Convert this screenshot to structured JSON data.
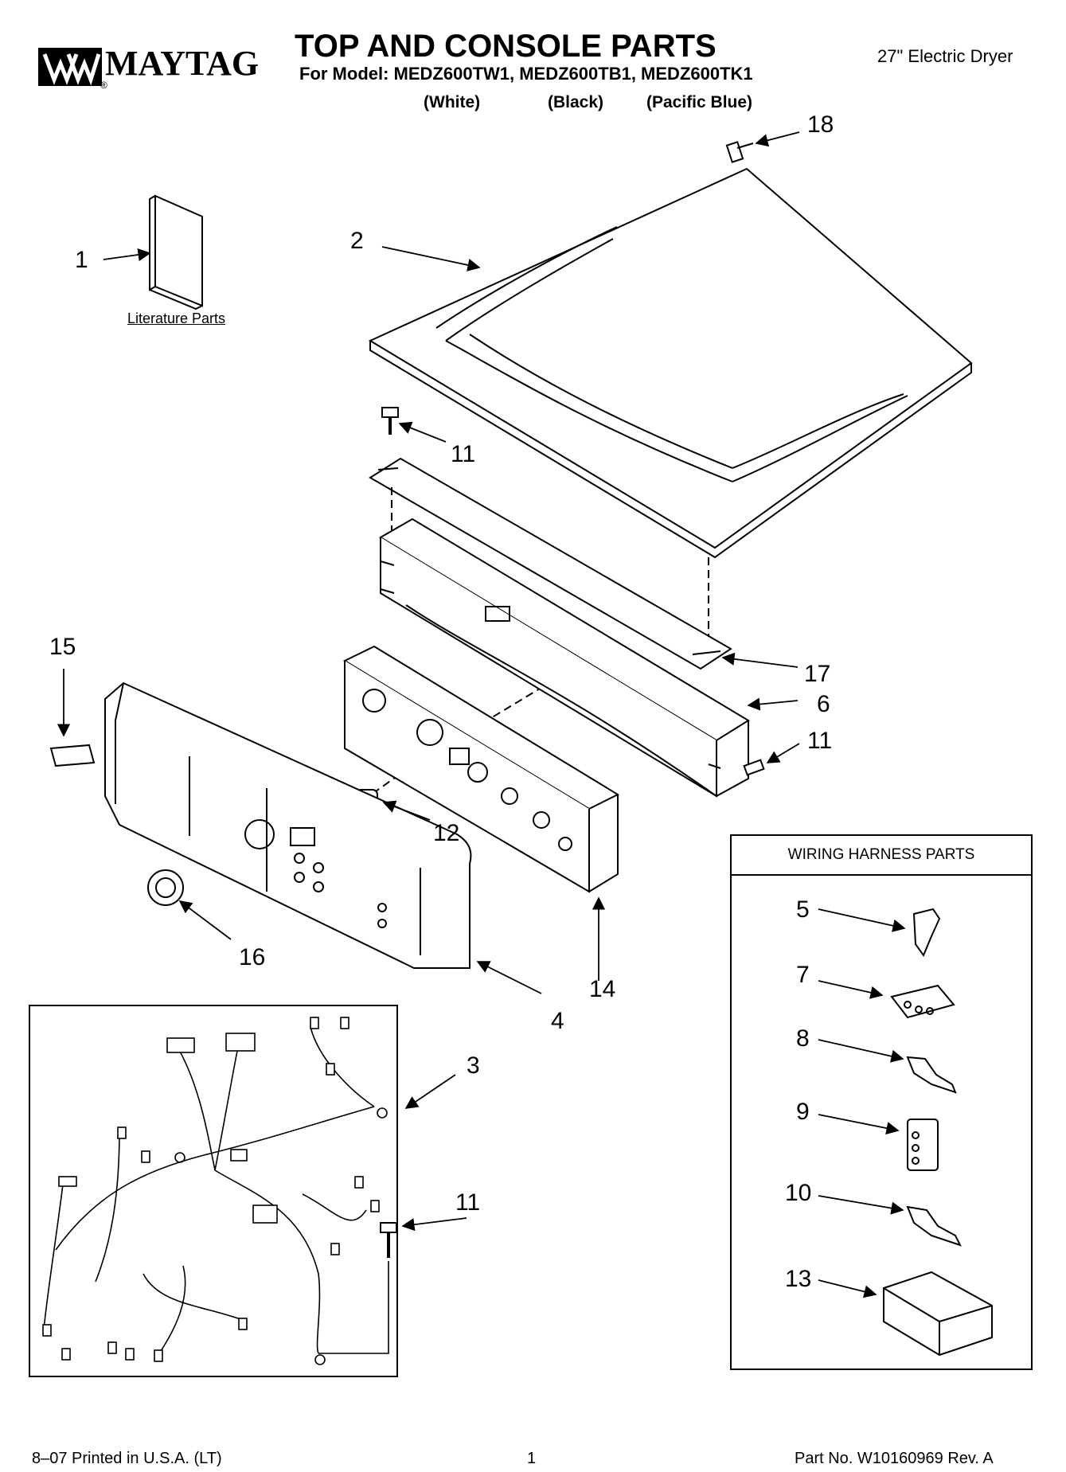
{
  "brand": {
    "name": "MAYTAG",
    "registered": "®"
  },
  "title": "TOP AND CONSOLE PARTS",
  "subtitle": "For Model: MEDZ600TW1, MEDZ600TB1, MEDZ600TK1",
  "colors": [
    "(White)",
    "(Black)",
    "(Pacific Blue)"
  ],
  "dryer_type": "27\" Electric Dryer",
  "literature_label": "Literature Parts",
  "wiring_harness_title": "WIRING HARNESS PARTS",
  "callouts": {
    "c1": "1",
    "c2": "2",
    "c3": "3",
    "c4": "4",
    "c5": "5",
    "c6": "6",
    "c7": "7",
    "c8": "8",
    "c9": "9",
    "c10": "10",
    "c11a": "11",
    "c11b": "11",
    "c11c": "11",
    "c12": "12",
    "c13": "13",
    "c14": "14",
    "c15": "15",
    "c16": "16",
    "c17": "17",
    "c18": "18"
  },
  "footer": {
    "printed": "8–07 Printed in U.S.A. (LT)",
    "page": "1",
    "part_no": "Part No. W10160969 Rev. A"
  }
}
